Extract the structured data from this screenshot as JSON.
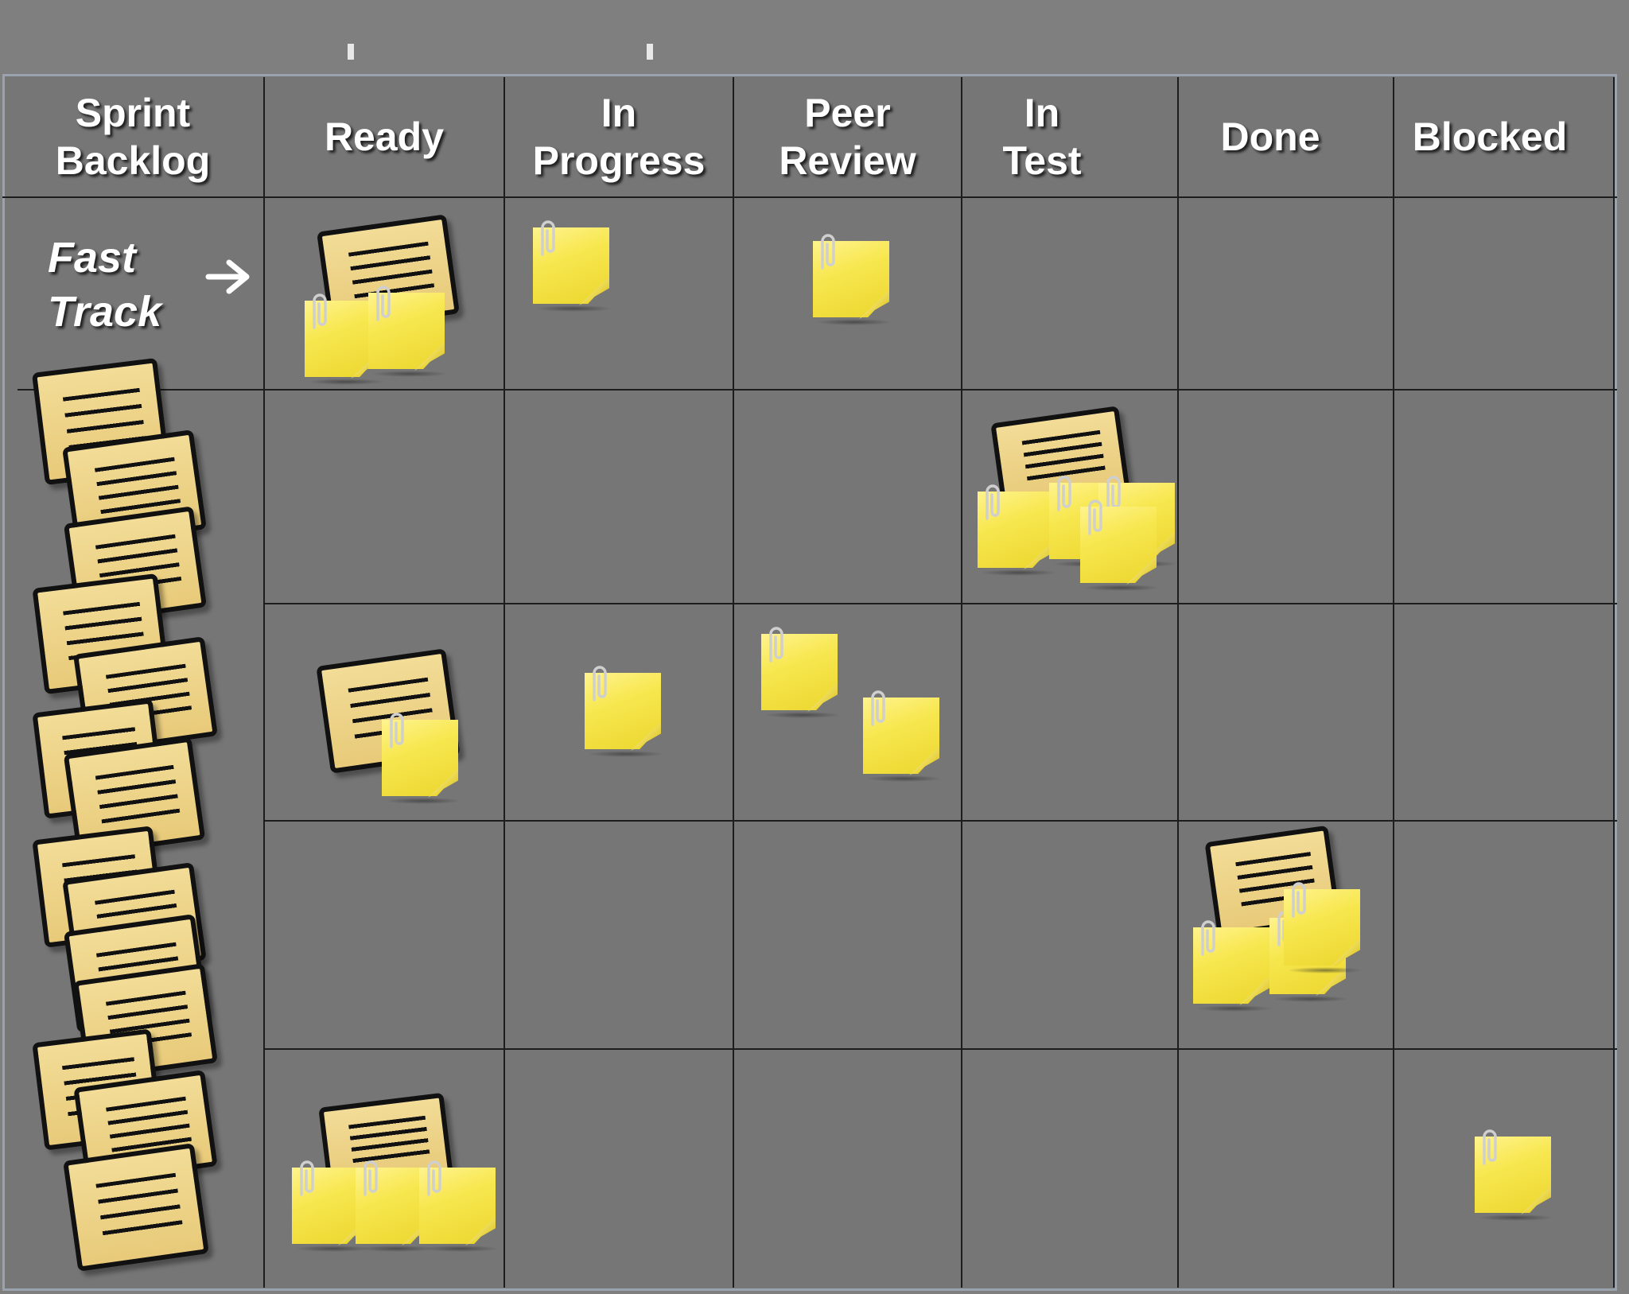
{
  "board": {
    "columns": [
      {
        "label": "Sprint\nBacklog"
      },
      {
        "label": "Ready"
      },
      {
        "label": "In\nProgress"
      },
      {
        "label": "Peer\nReview"
      },
      {
        "label": "In\nTest"
      },
      {
        "label": "Done"
      },
      {
        "label": "Blocked"
      }
    ],
    "fast_track": {
      "label": "Fast\nTrack",
      "arrow_icon": "right-arrow-icon"
    },
    "colors": {
      "board_background": "#767676",
      "grid_line": "#1d1d1d",
      "header_text": "#ffffff",
      "story_card": "#f0d88f",
      "sticky_note": "#f7e74f"
    }
  }
}
